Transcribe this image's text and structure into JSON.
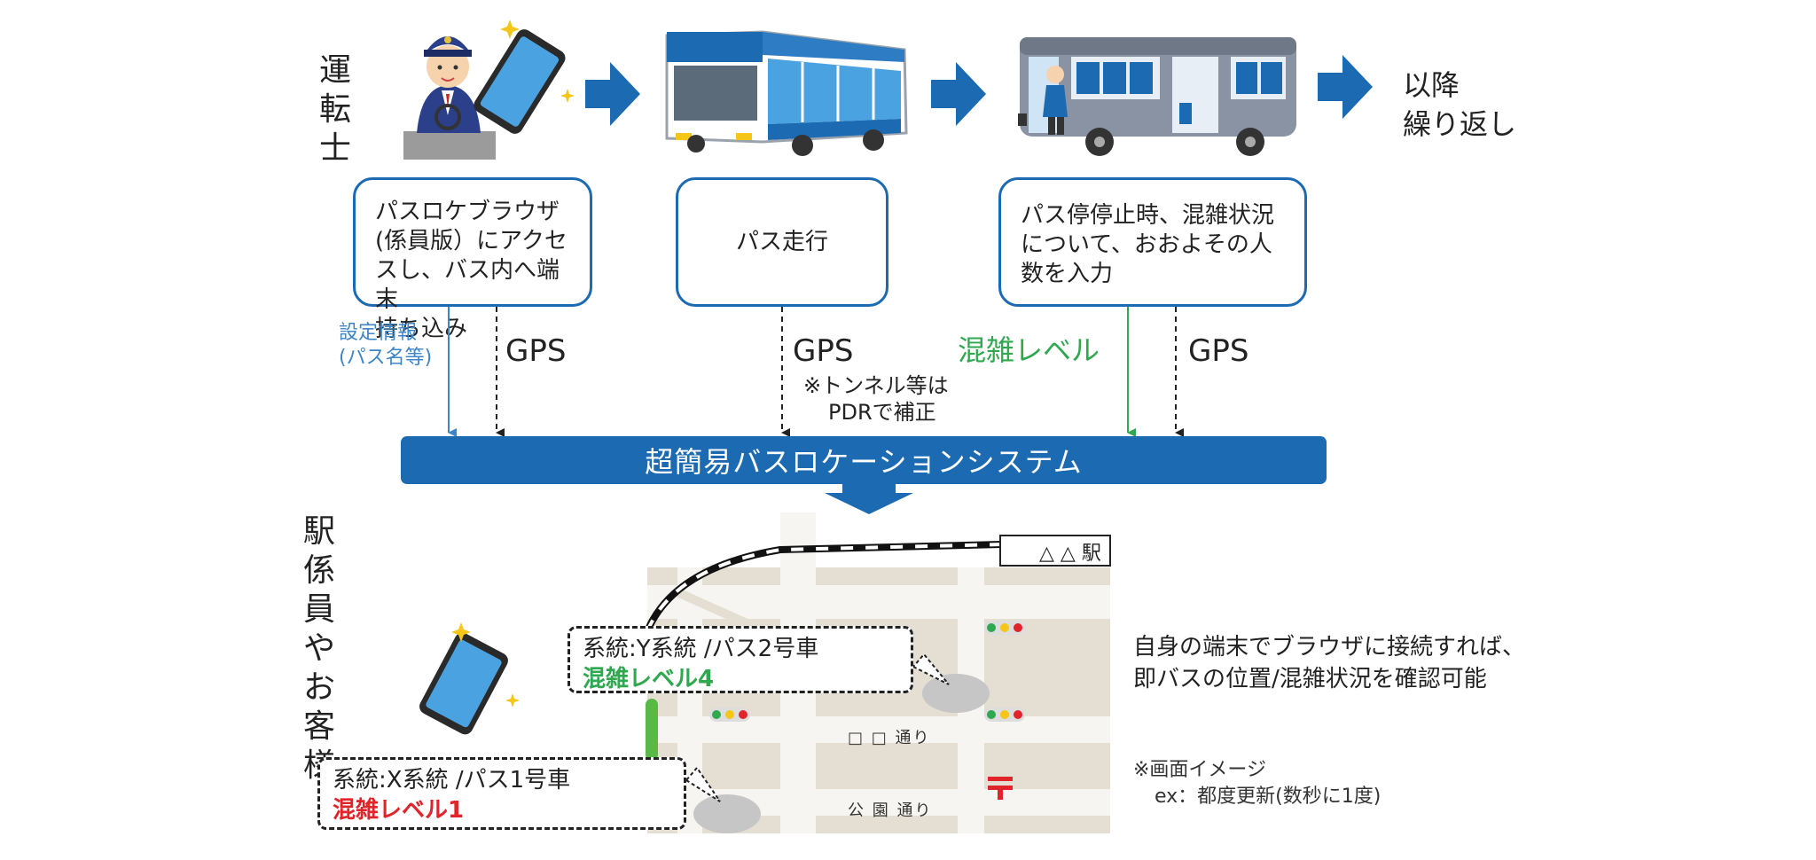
{
  "left_labels": {
    "driver": [
      "運",
      "転",
      "士"
    ],
    "staff": [
      "駅",
      "係",
      "員",
      "や",
      "お",
      "客",
      "様"
    ]
  },
  "repeat_label": [
    "以降",
    "繰り返し"
  ],
  "steps": [
    {
      "lines": [
        "パスロケブラウザ",
        "(係員版）にアクセ",
        "スし、バス内へ端末",
        "持ち込み"
      ]
    },
    {
      "lines": [
        "パス走行"
      ]
    },
    {
      "lines": [
        "パス停停止時、混雑状況",
        "について、おおよその人",
        "数を入力"
      ]
    }
  ],
  "flows": {
    "settings": [
      "設定情報",
      "(パス名等)"
    ],
    "gps": "GPS",
    "tunnel_note": [
      "※トンネル等は",
      "PDRで補正"
    ],
    "congestion": "混雑レベル"
  },
  "system_name": "超簡易バスロケーションシステム",
  "map": {
    "station": "△ △ 駅",
    "road1": "□ □ 通り",
    "road2": "公 園 通り",
    "bus_y": {
      "route": "系統:Y系統 /パス2号車",
      "level": "混雑レベル4"
    },
    "bus_x": {
      "route": "系統:X系統 /パス1号車",
      "level": "混雑レベル1"
    }
  },
  "notes": {
    "access": [
      "自身の端末でブラウザに接続すれば、",
      "即バスの位置/混雑状況を確認可能"
    ],
    "image": [
      "※画面イメージ",
      "ex：都度更新(数秒に1度)"
    ]
  },
  "colors": {
    "blue": "#1b6ab2",
    "light_blue": "#3d86c8",
    "green": "#2fa84f",
    "red": "#e0242a"
  }
}
